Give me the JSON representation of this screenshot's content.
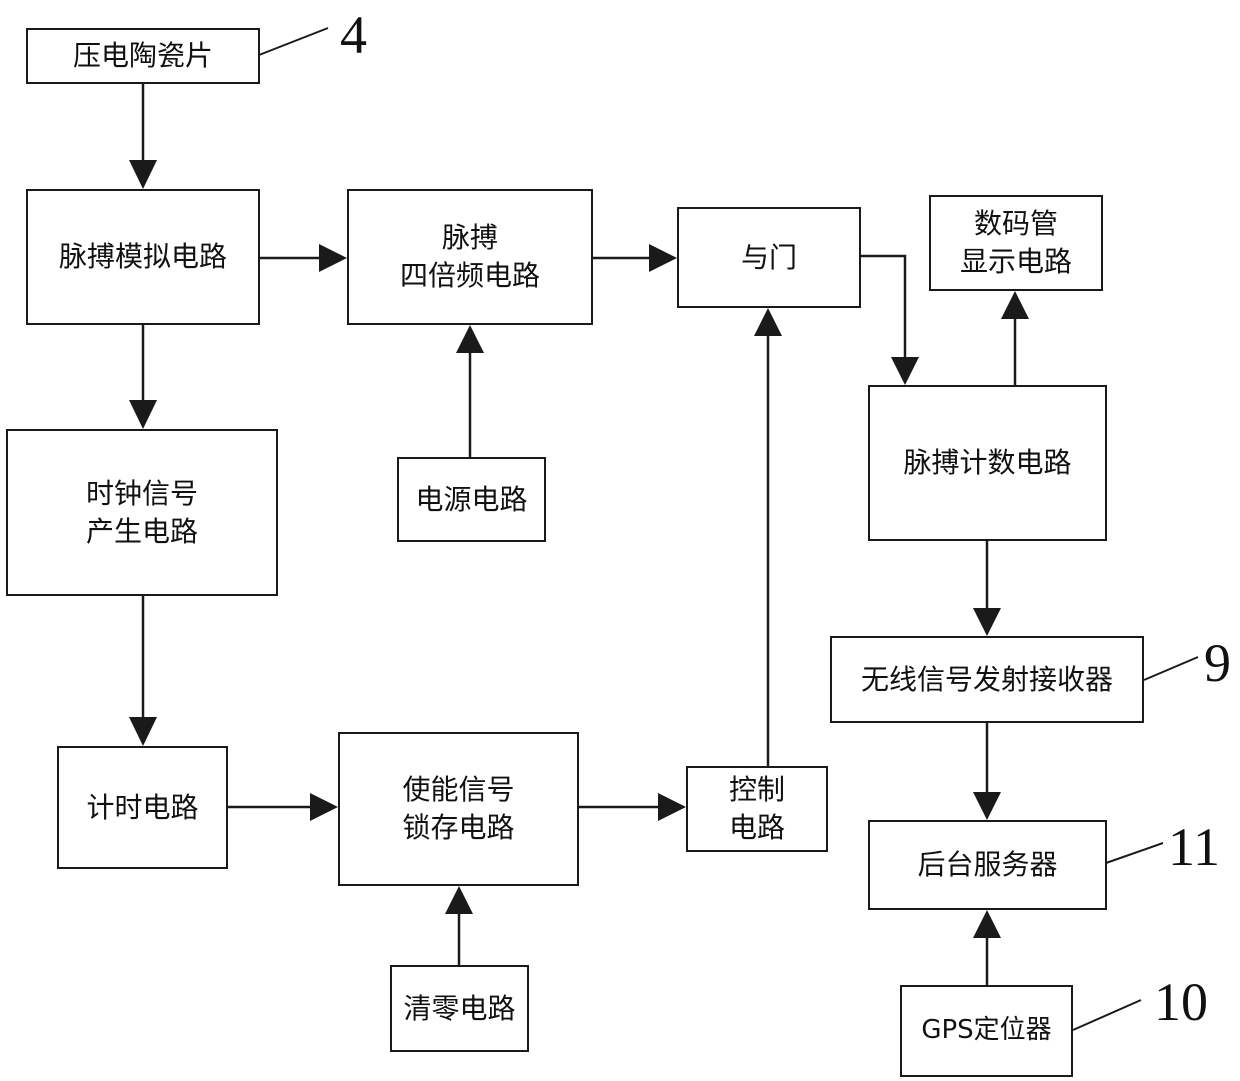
{
  "blocks": {
    "piezo": [
      "压电陶瓷片"
    ],
    "pulse_sim": [
      "脉搏模拟电路"
    ],
    "quad_freq": [
      "脉搏",
      "四倍频电路"
    ],
    "and_gate": [
      "与门"
    ],
    "display": [
      "数码管",
      "显示电路"
    ],
    "clock": [
      "时钟信号",
      "产生电路"
    ],
    "power": [
      "电源电路"
    ],
    "counter": [
      "脉搏计数电路"
    ],
    "wireless": [
      "无线信号发射接收器"
    ],
    "timer": [
      "计时电路"
    ],
    "enable_latch": [
      "使能信号",
      "锁存电路"
    ],
    "control": [
      "控制",
      "电路"
    ],
    "server": [
      "后台服务器"
    ],
    "reset": [
      "清零电路"
    ],
    "gps": [
      "GPS定位器"
    ]
  },
  "callouts": {
    "piezo": "4",
    "wireless": "9",
    "server": "11",
    "gps": "10"
  }
}
